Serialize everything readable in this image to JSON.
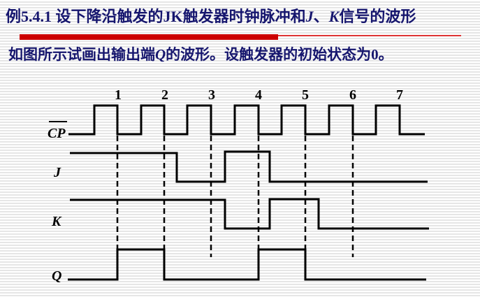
{
  "header": {
    "title_prefix": "例5.4.1  设下降沿触发的JK触发器时钟脉冲和",
    "title_j": "J",
    "title_sep": "、",
    "title_k": "K",
    "title_suffix": "信号的波形",
    "subtitle_prefix": "如图所示试画出输出端",
    "subtitle_q": "Q",
    "subtitle_suffix": "的波形。设触发器的初始状态为0。",
    "accent_color": "#cc0000",
    "text_color": "#16166e"
  },
  "diagram": {
    "signals": [
      {
        "name": "CP",
        "label": "CP",
        "overline": true
      },
      {
        "name": "J",
        "label": "J"
      },
      {
        "name": "K",
        "label": "K"
      },
      {
        "name": "Q",
        "label": "Q"
      }
    ],
    "clock_edges": [
      "1",
      "2",
      "3",
      "4",
      "5",
      "6",
      "7"
    ],
    "waveforms": {
      "CP": [
        0,
        1,
        0,
        1,
        0,
        1,
        0,
        1,
        0,
        1,
        0,
        1,
        0,
        1,
        0
      ],
      "J": "high until between edge 2 and 3, low until just before edge 4 (rising during pulse 4), high until just after edge 4, then low",
      "K": "high until just before edge 4, low until just after edge 4, high until just after edge 5, then low",
      "Q": "0 initially, 1 after edge 1, 0 after edge 2, 1 after edge 4, 0 after edge 5"
    }
  }
}
